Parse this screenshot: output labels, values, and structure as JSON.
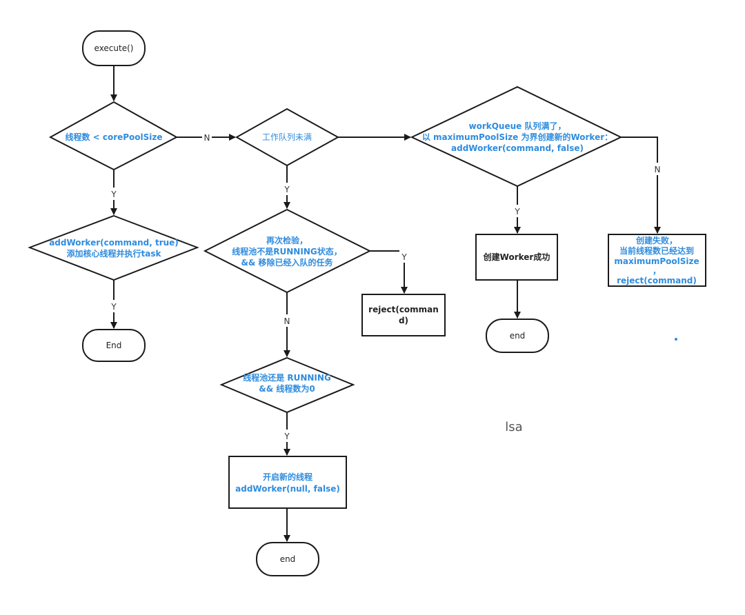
{
  "colors": {
    "line": "#1a1a1a",
    "blue_text": "#2f8cde",
    "dark_text": "#222222",
    "dot": "#2f8cde"
  },
  "nodes": {
    "execute": "execute()",
    "dec_core": "线程数 < corePoolSize",
    "dec_queue": "工作队列未满",
    "dec_max": [
      "workQueue 队列满了，",
      "以 maximumPoolSize 为界创建新的Worker：",
      "addWorker(command, false)"
    ],
    "dec_add_core": [
      "addWorker(command, true)",
      "添加核心线程并执行task"
    ],
    "dec_recheck": [
      "再次检验，",
      "线程池不是RUNNING状态，",
      "&& 移除已经入队的任务"
    ],
    "box_worker_ok": "创建Worker成功",
    "box_fail": [
      "创建失败，",
      "当前线程数已经达到",
      "maximumPoolSize",
      "，",
      "reject(command)"
    ],
    "box_reject": [
      "reject(comman",
      "d)"
    ],
    "end_1": "End",
    "end_2": "end",
    "dec_running": [
      "线程池还是 RUNNING",
      "&& 线程数为0"
    ],
    "box_new_thread": [
      "开启新的线程",
      "addWorker(null, false)"
    ],
    "end_3": "end"
  },
  "edge_labels": {
    "core_n": "N",
    "core_y": "Y",
    "add_core_y": "Y",
    "queue_y": "Y",
    "max_y": "Y",
    "max_n": "N",
    "recheck_y": "Y",
    "recheck_n": "N",
    "running_y": "Y"
  },
  "watermark": "lsa"
}
